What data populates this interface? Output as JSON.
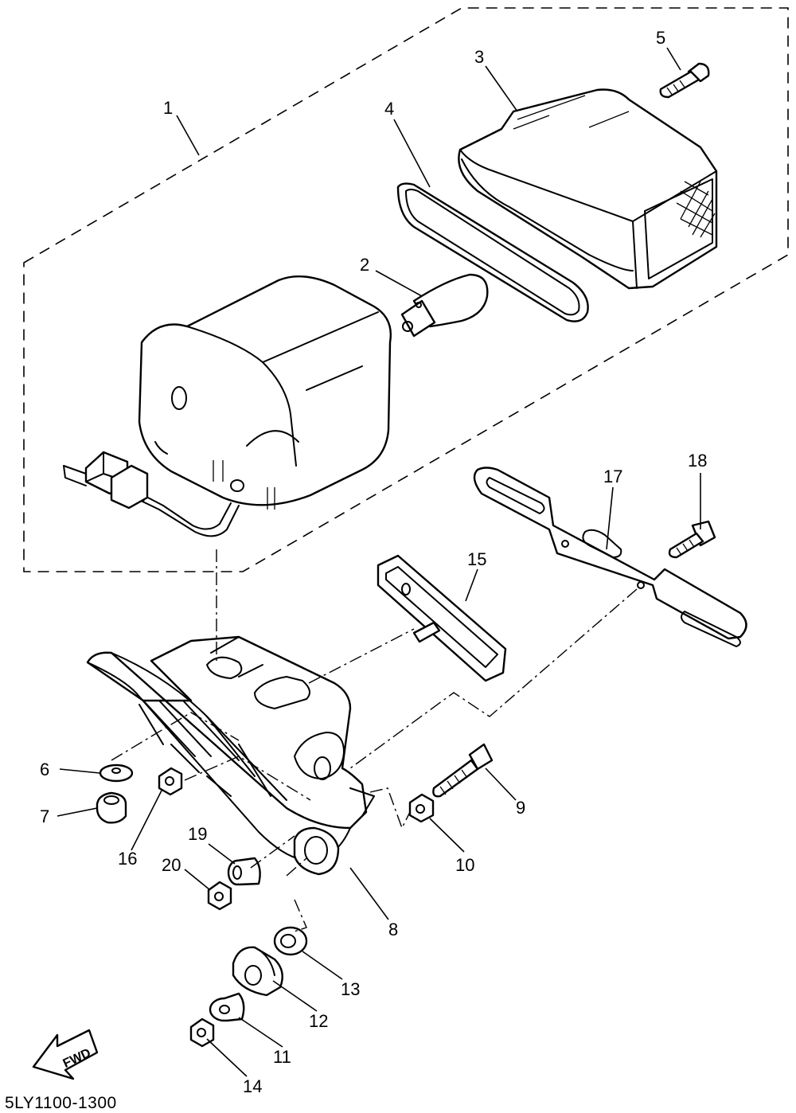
{
  "diagram": {
    "part_code": "5LY1100-1300",
    "direction_label": "FWD",
    "callouts": [
      {
        "id": "1",
        "label": "1"
      },
      {
        "id": "2",
        "label": "2"
      },
      {
        "id": "3",
        "label": "3"
      },
      {
        "id": "4",
        "label": "4"
      },
      {
        "id": "5",
        "label": "5"
      },
      {
        "id": "6",
        "label": "6"
      },
      {
        "id": "7",
        "label": "7"
      },
      {
        "id": "8",
        "label": "8"
      },
      {
        "id": "9",
        "label": "9"
      },
      {
        "id": "10",
        "label": "10"
      },
      {
        "id": "11",
        "label": "11"
      },
      {
        "id": "12",
        "label": "12"
      },
      {
        "id": "13",
        "label": "13"
      },
      {
        "id": "14",
        "label": "14"
      },
      {
        "id": "15",
        "label": "15"
      },
      {
        "id": "16",
        "label": "16"
      },
      {
        "id": "17",
        "label": "17"
      },
      {
        "id": "18",
        "label": "18"
      },
      {
        "id": "19",
        "label": "19"
      },
      {
        "id": "20",
        "label": "20"
      }
    ]
  }
}
